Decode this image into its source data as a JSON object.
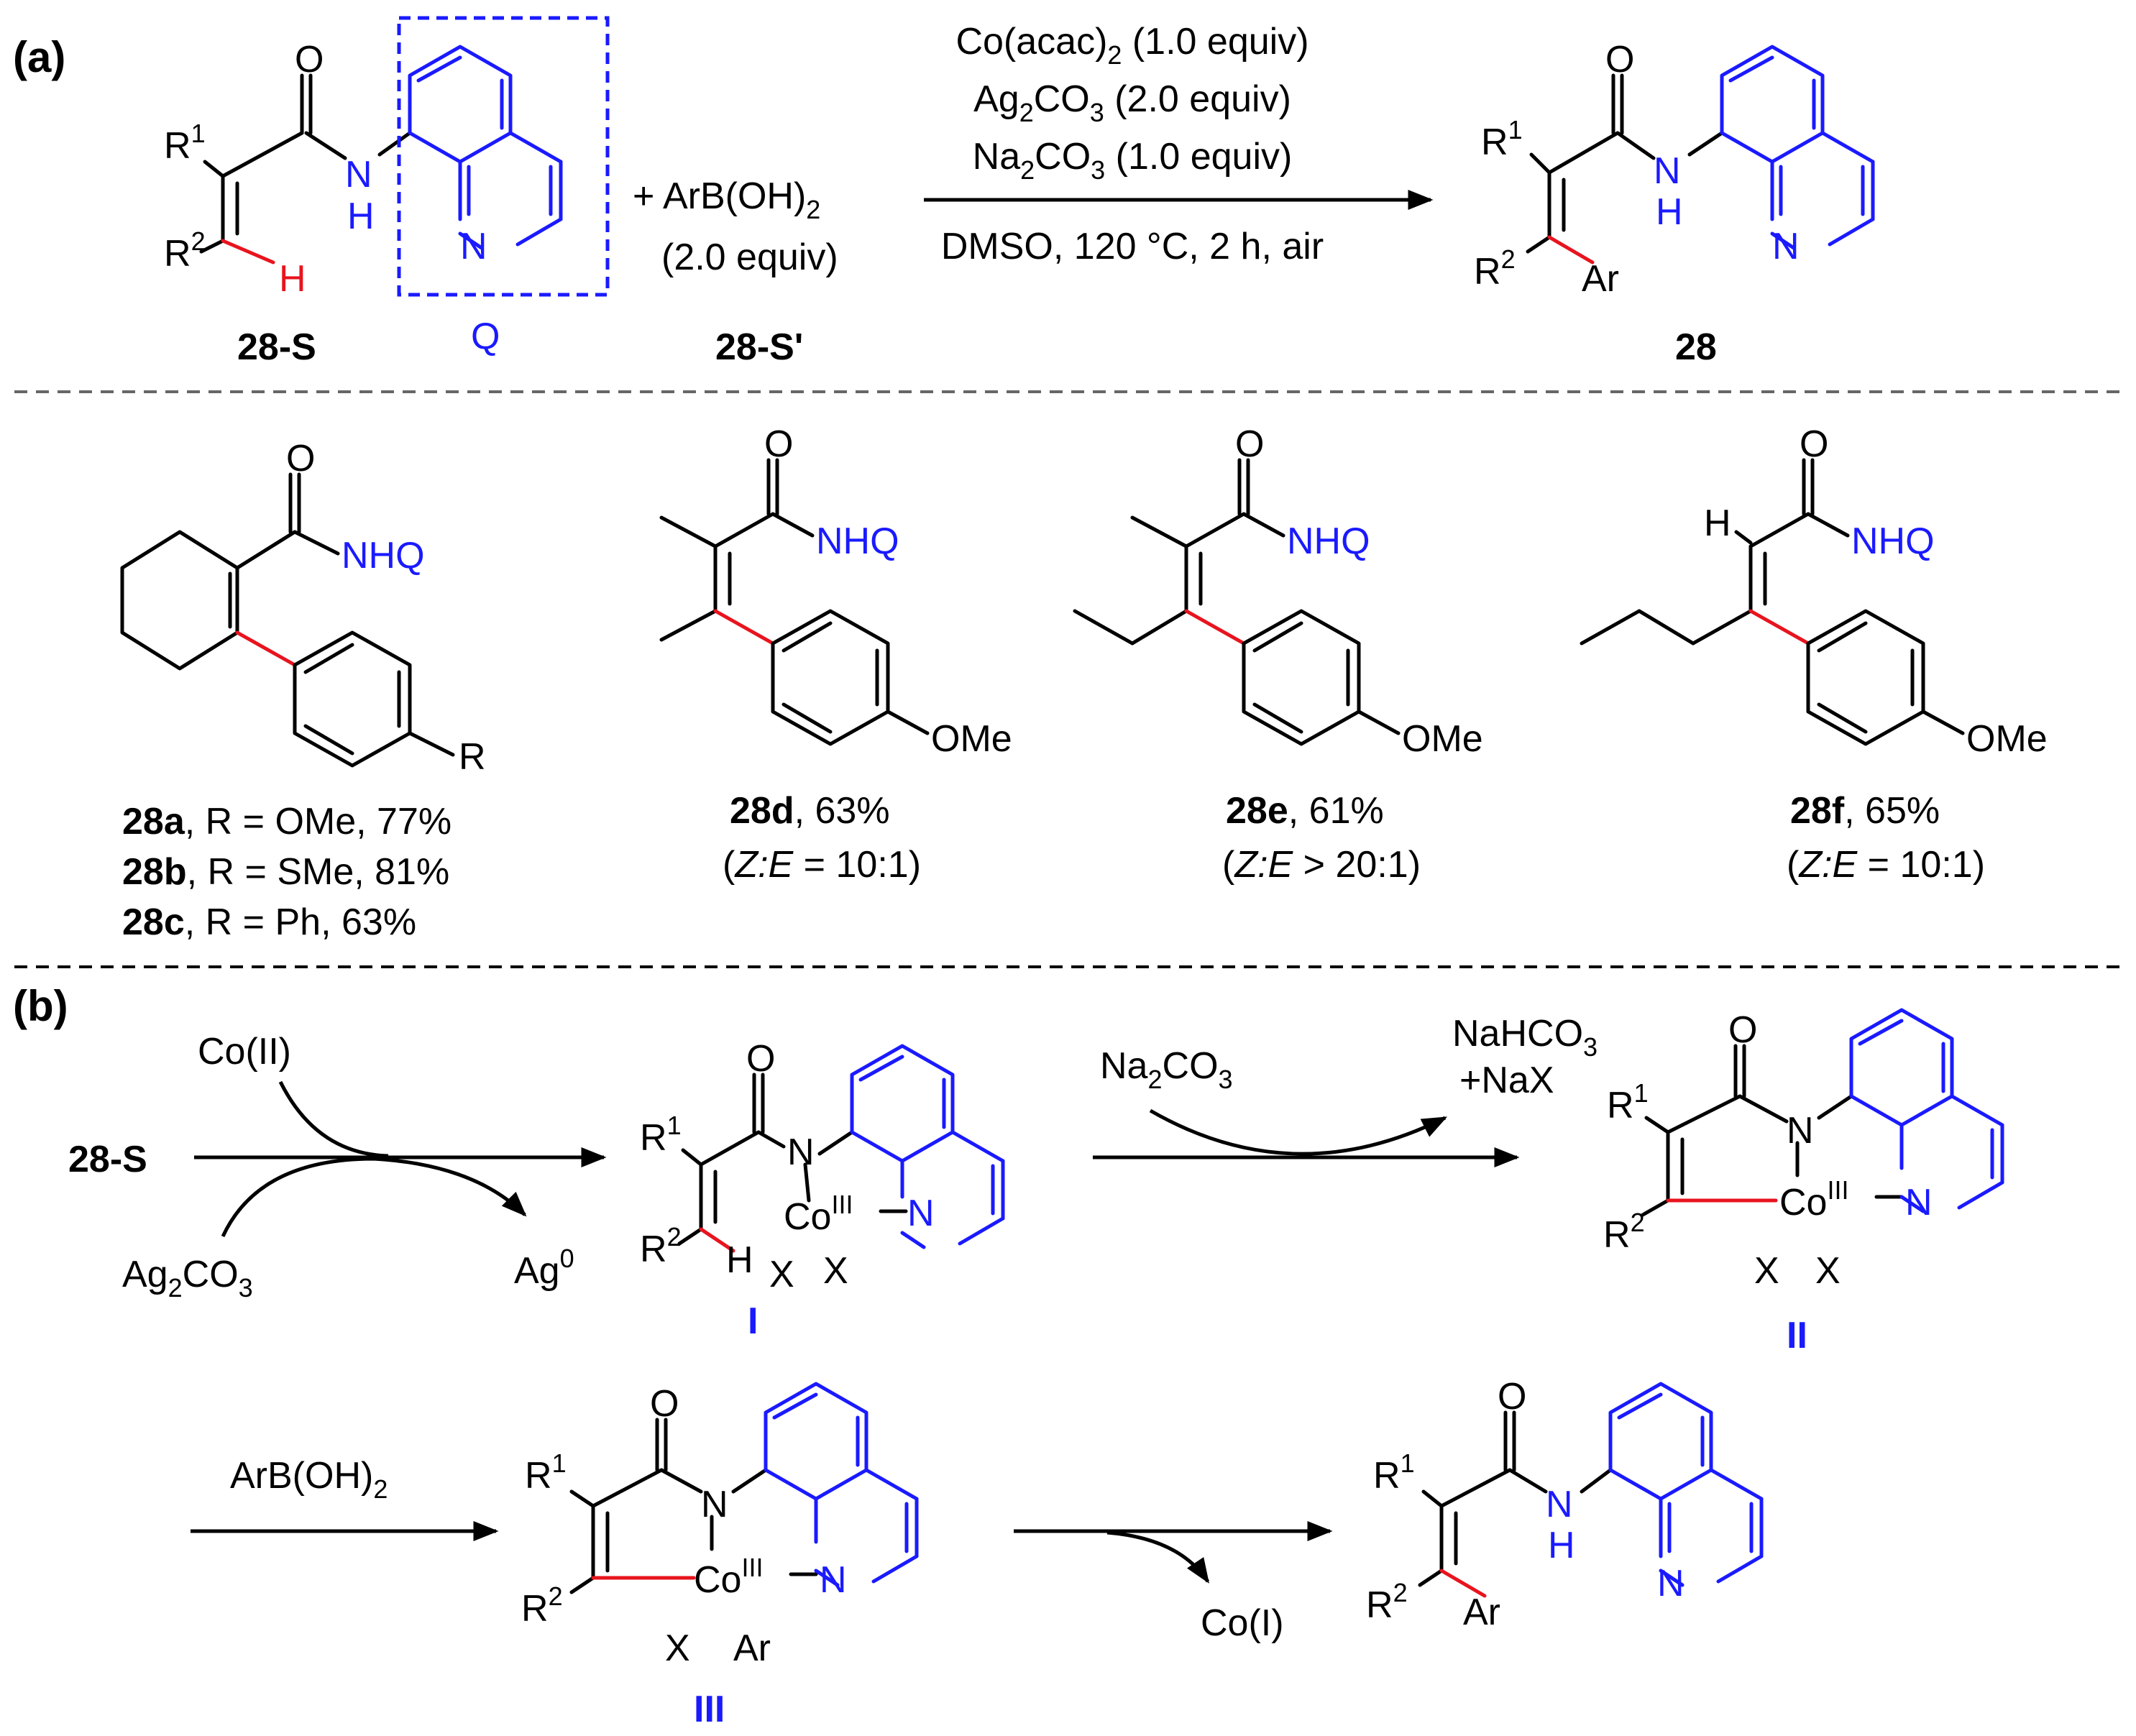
{
  "panel_a": {
    "label": "(a)",
    "substrate": {
      "label": "28-S",
      "r1": "R",
      "r1_sup": "1",
      "r2": "R",
      "r2_sup": "2",
      "h_red": "H",
      "nh_n": "N",
      "nh_h": "H",
      "o": "O",
      "quin_n": "N",
      "q_label": "Q"
    },
    "reagent": {
      "plus": "+ ArB(OH)",
      "sub": "2",
      "equiv": "(2.0 equiv)",
      "label": "28-S'"
    },
    "conditions": {
      "line1_a": "Co(acac)",
      "line1_sub": "2",
      "line1_b": " (1.0 equiv)",
      "line2_a": "Ag",
      "line2_sub1": "2",
      "line2_b": "CO",
      "line2_sub2": "3",
      "line2_c": " (2.0 equiv)",
      "line3_a": "Na",
      "line3_sub1": "2",
      "line3_b": "CO",
      "line3_sub2": "3",
      "line3_c": " (1.0 equiv)",
      "line4": "DMSO, 120 °C, 2 h, air"
    },
    "product": {
      "label": "28",
      "r1": "R",
      "r1_sup": "1",
      "r2": "R",
      "r2_sup": "2",
      "ar": "Ar",
      "nh_n": "N",
      "nh_h": "H",
      "o": "O",
      "quin_n": "N"
    }
  },
  "scope": {
    "nhq": "NHQ",
    "o": "O",
    "r_sub": "R",
    "ome": "OMe",
    "h": "H",
    "c28a": {
      "bold": "28a",
      "rest": ", R = OMe, 77%"
    },
    "c28b": {
      "bold": "28b",
      "rest": ", R = SMe, 81%"
    },
    "c28c": {
      "bold": "28c",
      "rest": ", R = Ph, 63%"
    },
    "c28d": {
      "bold": "28d",
      "rest": ", 63%",
      "ratio_open": "(",
      "ratio_ze": "Z:E",
      "ratio_rest": " = 10:1)"
    },
    "c28e": {
      "bold": "28e",
      "rest": ", 61%",
      "ratio_open": "(",
      "ratio_ze": "Z:E",
      "ratio_rest": " > 20:1)"
    },
    "c28f": {
      "bold": "28f",
      "rest": ", 65%",
      "ratio_open": "(",
      "ratio_ze": "Z:E",
      "ratio_rest": " = 10:1)"
    }
  },
  "panel_b": {
    "label": "(b)",
    "start": "28-S",
    "co2": "Co(II)",
    "ag2co3_a": "Ag",
    "ag2co3_sub1": "2",
    "ag2co3_b": "CO",
    "ag2co3_sub2": "3",
    "ag0": "Ag",
    "ag0_sup": "0",
    "na2co3_a": "Na",
    "na2co3_sub1": "2",
    "na2co3_b": "CO",
    "na2co3_sub2": "3",
    "nahco3_a": "NaHCO",
    "nahco3_sub": "3",
    "nax": "+NaX",
    "arboh2_a": "ArB(OH)",
    "arboh2_sub": "2",
    "co1": "Co(I)",
    "co": "Co",
    "co_sup": "III",
    "x": "X",
    "ar": "Ar",
    "h": "H",
    "n": "N",
    "o": "O",
    "r": "R",
    "sup1": "1",
    "sup2": "2",
    "int1": "I",
    "int2": "II",
    "int3": "III"
  }
}
